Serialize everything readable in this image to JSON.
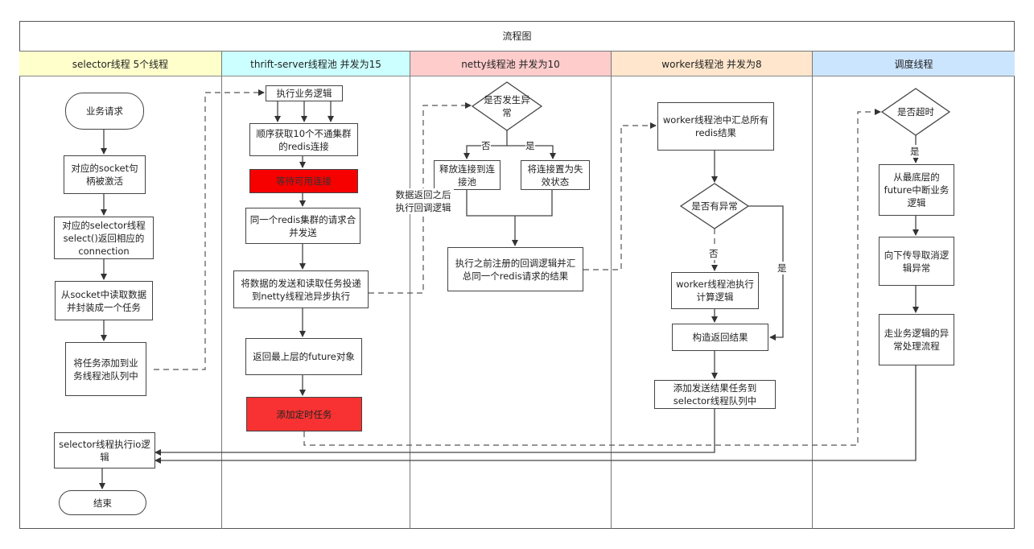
{
  "diagram": {
    "title": "流程图",
    "lanes": [
      {
        "label": "selector线程 5个线程",
        "color": "#ffffcc"
      },
      {
        "label": "thrift-server线程池 并发为15",
        "color": "#ccffff"
      },
      {
        "label": "netty线程池 并发为10",
        "color": "#ffcccc"
      },
      {
        "label": "worker线程池 并发为8",
        "color": "#ffe6cc"
      },
      {
        "label": "调度线程",
        "color": "#cce5ff"
      }
    ],
    "selector": {
      "start": "业务请求",
      "n1": "对应的socket句柄被激活",
      "n2": "对应的selector线程select()返回相应的connection",
      "n3": "从socket中读取数据并封装成一个任务",
      "n4": "将任务添加到业务线程池队列中",
      "n5": "selector线程执行io逻辑",
      "end": "结束"
    },
    "thrift": {
      "n1": "执行业务逻辑",
      "n2": "顺序获取10个不通集群的redis连接",
      "n3": "等待可用连接",
      "n4": "同一个redis集群的请求合并发送",
      "n5": "将数据的发送和读取任务投递到netty线程池异步执行",
      "n6": "返回最上层的future对象",
      "n7": "添加定时任务"
    },
    "netty": {
      "d1": "是否发生异常",
      "no": "否",
      "yes": "是",
      "n1": "释放连接到连接池",
      "n2": "将连接置为失效状态",
      "n3": "执行之前注册的回调逻辑并汇总同一个redis请求的结果",
      "callback_label": "数据返回之后执行回调逻辑"
    },
    "worker": {
      "n1": "worker线程池中汇总所有redis结果",
      "d1": "是否有异常",
      "no": "否",
      "yes": "是",
      "n2": "worker线程池执行计算逻辑",
      "n3": "构造返回结果",
      "n4": "添加发送结果任务到selector线程队列中"
    },
    "scheduler": {
      "d1": "是否超时",
      "yes": "是",
      "n1": "从最底层的future中断业务逻辑",
      "n2": "向下传导取消逻辑异常",
      "n3": "走业务逻辑的异常处理流程"
    }
  }
}
